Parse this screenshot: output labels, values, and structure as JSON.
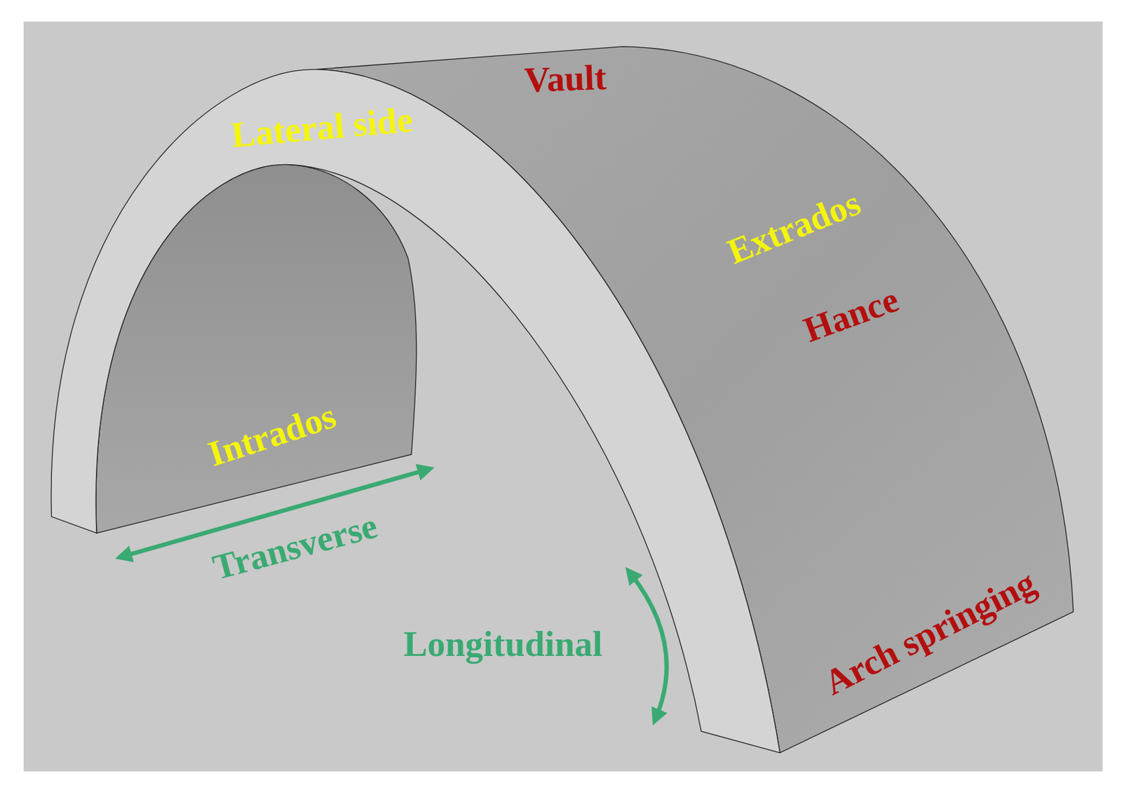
{
  "diagram": {
    "labels": [
      "Vault",
      "Lateral side",
      "Extrados",
      "Hance",
      "Intrados",
      "Transverse",
      "Longitudinal",
      "Arch springing"
    ]
  }
}
